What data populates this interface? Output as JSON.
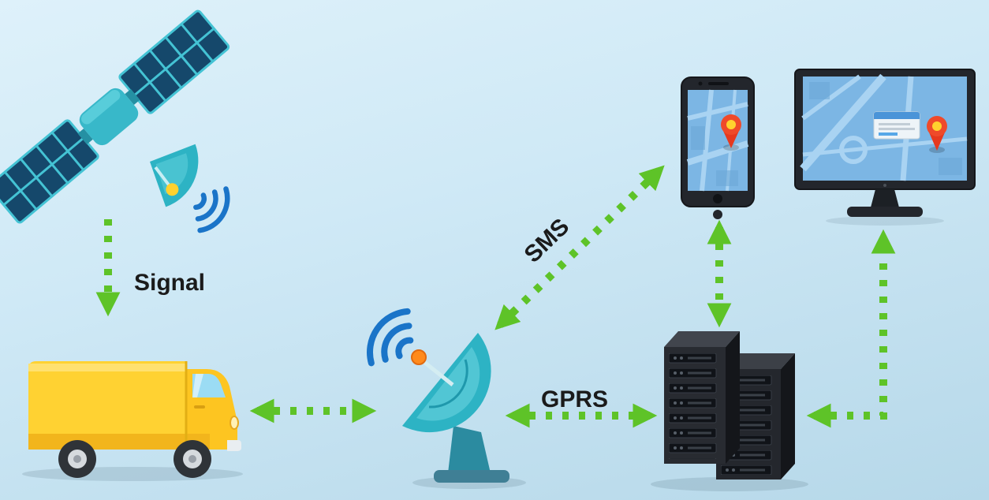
{
  "diagram": {
    "kind": "gps-vehicle-tracking-network",
    "labels": {
      "signal": "Signal",
      "sms": "SMS",
      "gprs": "GPRS"
    },
    "colors": {
      "arrow_green": "#5ec328",
      "background_top": "#def1fa",
      "background_bottom": "#b6d8e9",
      "satellite_teal": "#38b8c9",
      "wifi_blue": "#1a74c8",
      "van_yellow": "#ffd232",
      "map_blue": "#7cb6e4",
      "pin_red": "#ef4a2a",
      "pin_yellow": "#ffd22e",
      "server_dark": "#282b31"
    },
    "nodes": [
      {
        "id": "satellite",
        "icon": "satellite-icon"
      },
      {
        "id": "van",
        "icon": "van-icon"
      },
      {
        "id": "ground-station",
        "icon": "satellite-dish-icon"
      },
      {
        "id": "smartphone",
        "icon": "smartphone-map-icon"
      },
      {
        "id": "servers",
        "icon": "server-racks-icon"
      },
      {
        "id": "monitor",
        "icon": "monitor-map-icon"
      }
    ],
    "edges": [
      {
        "from": "satellite",
        "to": "van",
        "label": "Signal",
        "style": "dotted",
        "heads": "one-way"
      },
      {
        "from": "van",
        "to": "ground-station",
        "label": "",
        "style": "dotted",
        "heads": "two-way"
      },
      {
        "from": "ground-station",
        "to": "smartphone",
        "label": "SMS",
        "style": "dotted",
        "heads": "two-way"
      },
      {
        "from": "ground-station",
        "to": "servers",
        "label": "GPRS",
        "style": "dotted",
        "heads": "two-way"
      },
      {
        "from": "smartphone",
        "to": "servers",
        "label": "",
        "style": "dotted",
        "heads": "two-way"
      },
      {
        "from": "servers",
        "to": "monitor",
        "label": "",
        "style": "dotted",
        "heads": "two-way"
      }
    ]
  }
}
